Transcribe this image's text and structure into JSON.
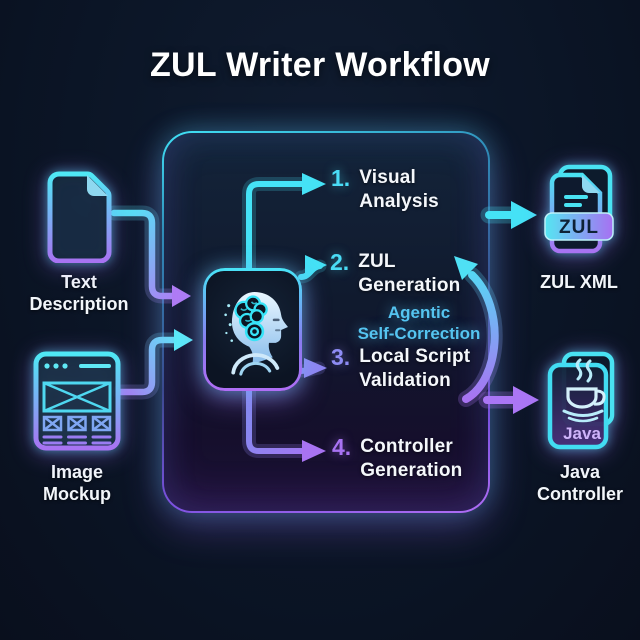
{
  "title": "ZUL Writer Workflow",
  "inputs": [
    {
      "id": "text-description",
      "label_lines": [
        "Text",
        "Description"
      ]
    },
    {
      "id": "image-mockup",
      "label_lines": [
        "Image",
        "Mockup"
      ]
    }
  ],
  "steps": [
    {
      "num": "1.",
      "lines": [
        "Visual",
        "Analysis"
      ]
    },
    {
      "num": "2.",
      "lines": [
        "ZUL",
        "Generation"
      ]
    },
    {
      "num": "3.",
      "lines": [
        "Local Script",
        "Validation"
      ]
    },
    {
      "num": "4.",
      "lines": [
        "Controller",
        "Generation"
      ]
    }
  ],
  "loop_label_lines": [
    "Agentic",
    "Self-Correction"
  ],
  "outputs": [
    {
      "id": "zul-xml",
      "label_lines": [
        "ZUL XML"
      ],
      "file_badge": "ZUL"
    },
    {
      "id": "java-controller",
      "label_lines": [
        "Java",
        "Controller"
      ],
      "file_badge": "Java"
    }
  ],
  "colors": {
    "background": "#0B1526",
    "cyan": "#45E2F6",
    "purple": "#A873F2",
    "text": "#F2F6FA",
    "accent_text": "#55C4F0"
  }
}
